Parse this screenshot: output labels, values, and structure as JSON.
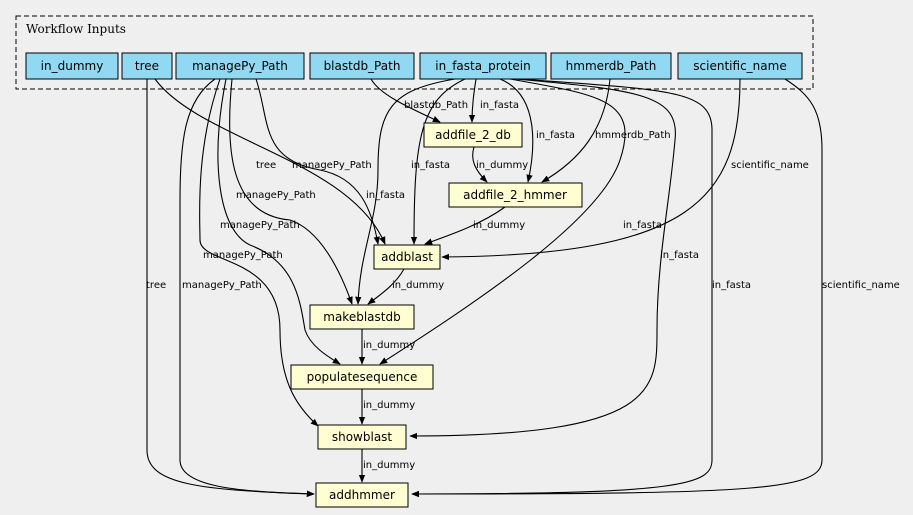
{
  "group": {
    "title": "Workflow Inputs"
  },
  "inputs": {
    "in_dummy": "in_dummy",
    "tree": "tree",
    "managePy_Path": "managePy_Path",
    "blastdb_Path": "blastdb_Path",
    "in_fasta_protein": "in_fasta_protein",
    "hmmerdb_Path": "hmmerdb_Path",
    "scientific_name": "scientific_name"
  },
  "steps": {
    "addfile_2_db": "addfile_2_db",
    "addfile_2_hmmer": "addfile_2_hmmer",
    "addblast": "addblast",
    "makeblastdb": "makeblastdb",
    "populatesequence": "populatesequence",
    "showblast": "showblast",
    "addhmmer": "addhmmer"
  },
  "edge_labels": {
    "blastdb_path": "blastdb_Path",
    "in_fasta_db": "in_fasta",
    "in_fasta_hmmer": "in_fasta",
    "hmmerdb_path": "hmmerdb_Path",
    "scientific_name_addblast": "scientific_name",
    "in_dummy_hmmer": "in_dummy",
    "tree_addblast": "tree",
    "managepy_addblast": "managePy_Path",
    "in_fasta_addblast": "in_fasta",
    "managepy_makeblastdb": "managePy_Path",
    "in_fasta_makeblastdb": "in_fasta",
    "in_dummy_addblast": "in_dummy",
    "managepy_populate": "managePy_Path",
    "in_fasta_populate": "in_fasta",
    "managepy_showblast": "managePy_Path",
    "in_fasta_showblast": "in_fasta",
    "in_dummy_makeblastdb": "in_dummy",
    "tree_addhmmer": "tree",
    "managepy_addhmmer": "managePy_Path",
    "in_fasta_addhmmer": "in_fasta",
    "scientific_name_addhmmer": "scientific_name",
    "in_dummy_populate": "in_dummy",
    "in_dummy_showblast": "in_dummy",
    "in_dummy_addhmmer": "in_dummy"
  }
}
